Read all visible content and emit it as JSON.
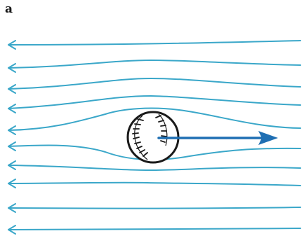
{
  "panel": {
    "label": "a"
  },
  "colors": {
    "streamline": "#3aa7c9",
    "velocity_arrow": "#1f6fb3",
    "ball_outline": "#1a1a1a",
    "stitches": "#1a1a1a"
  },
  "icons": {
    "baseball": "baseball-icon",
    "velocity": "arrow-right-icon",
    "flow_direction": "arrow-left-icon"
  },
  "streamlines": {
    "count": 10,
    "flow_direction": "left"
  }
}
